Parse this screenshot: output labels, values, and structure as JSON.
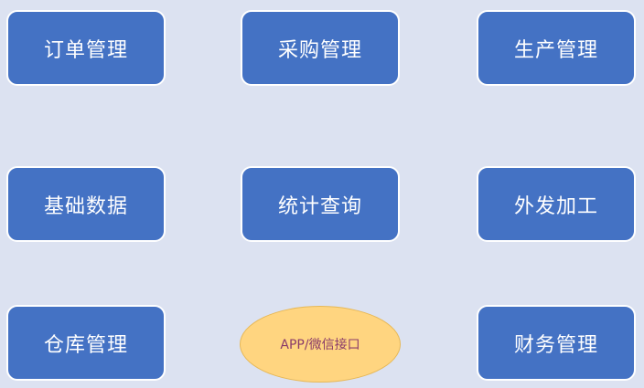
{
  "modules": [
    {
      "label": "订单管理"
    },
    {
      "label": "采购管理"
    },
    {
      "label": "生产管理"
    },
    {
      "label": "基础数据"
    },
    {
      "label": "统计查询"
    },
    {
      "label": "外发加工"
    },
    {
      "label": "仓库管理"
    },
    {
      "label": "财务管理"
    }
  ],
  "interface": {
    "label": "APP/微信接口"
  },
  "colors": {
    "background": "#dce2f1",
    "module": "#4472c4",
    "interface": "#ffd580",
    "interface_text": "#8a3b6a"
  }
}
